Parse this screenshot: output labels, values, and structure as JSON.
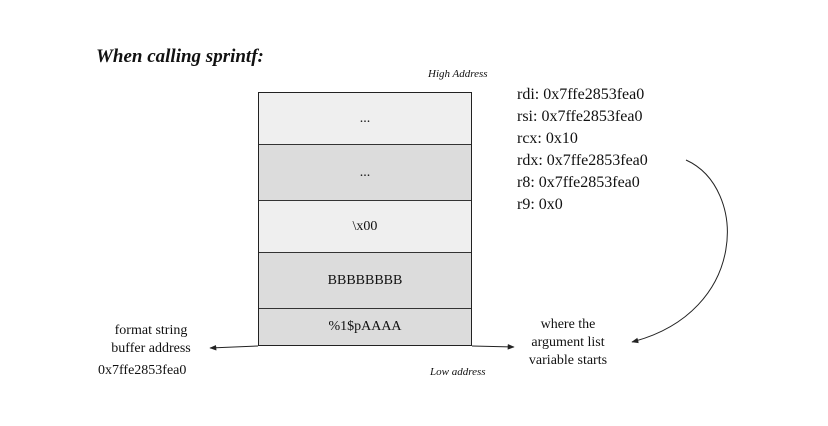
{
  "title": "When calling sprintf:",
  "stack": {
    "high_label": "High Address",
    "low_label": "Low address",
    "cells": [
      {
        "text": "...",
        "shade": "light"
      },
      {
        "text": "...",
        "shade": "dark"
      },
      {
        "text": "\\x00",
        "shade": "light"
      },
      {
        "text": "BBBBBBBB",
        "shade": "dark"
      },
      {
        "text": "%1$pAAAA",
        "shade": "dark"
      }
    ]
  },
  "registers": [
    "rdi: 0x7ffe2853fea0",
    "rsi: 0x7ffe2853fea0",
    "rcx: 0x10",
    "rdx: 0x7ffe2853fea0",
    "r8: 0x7ffe2853fea0",
    "r9: 0x0"
  ],
  "left_annotation": {
    "lines": [
      "format string",
      "buffer address"
    ],
    "address": "0x7ffe2853fea0"
  },
  "right_annotation": {
    "lines": [
      "where the",
      "argument list",
      "variable starts"
    ]
  },
  "colors": {
    "cell_light": "#efefef",
    "cell_dark": "#dcdcdc",
    "line": "#222222"
  }
}
